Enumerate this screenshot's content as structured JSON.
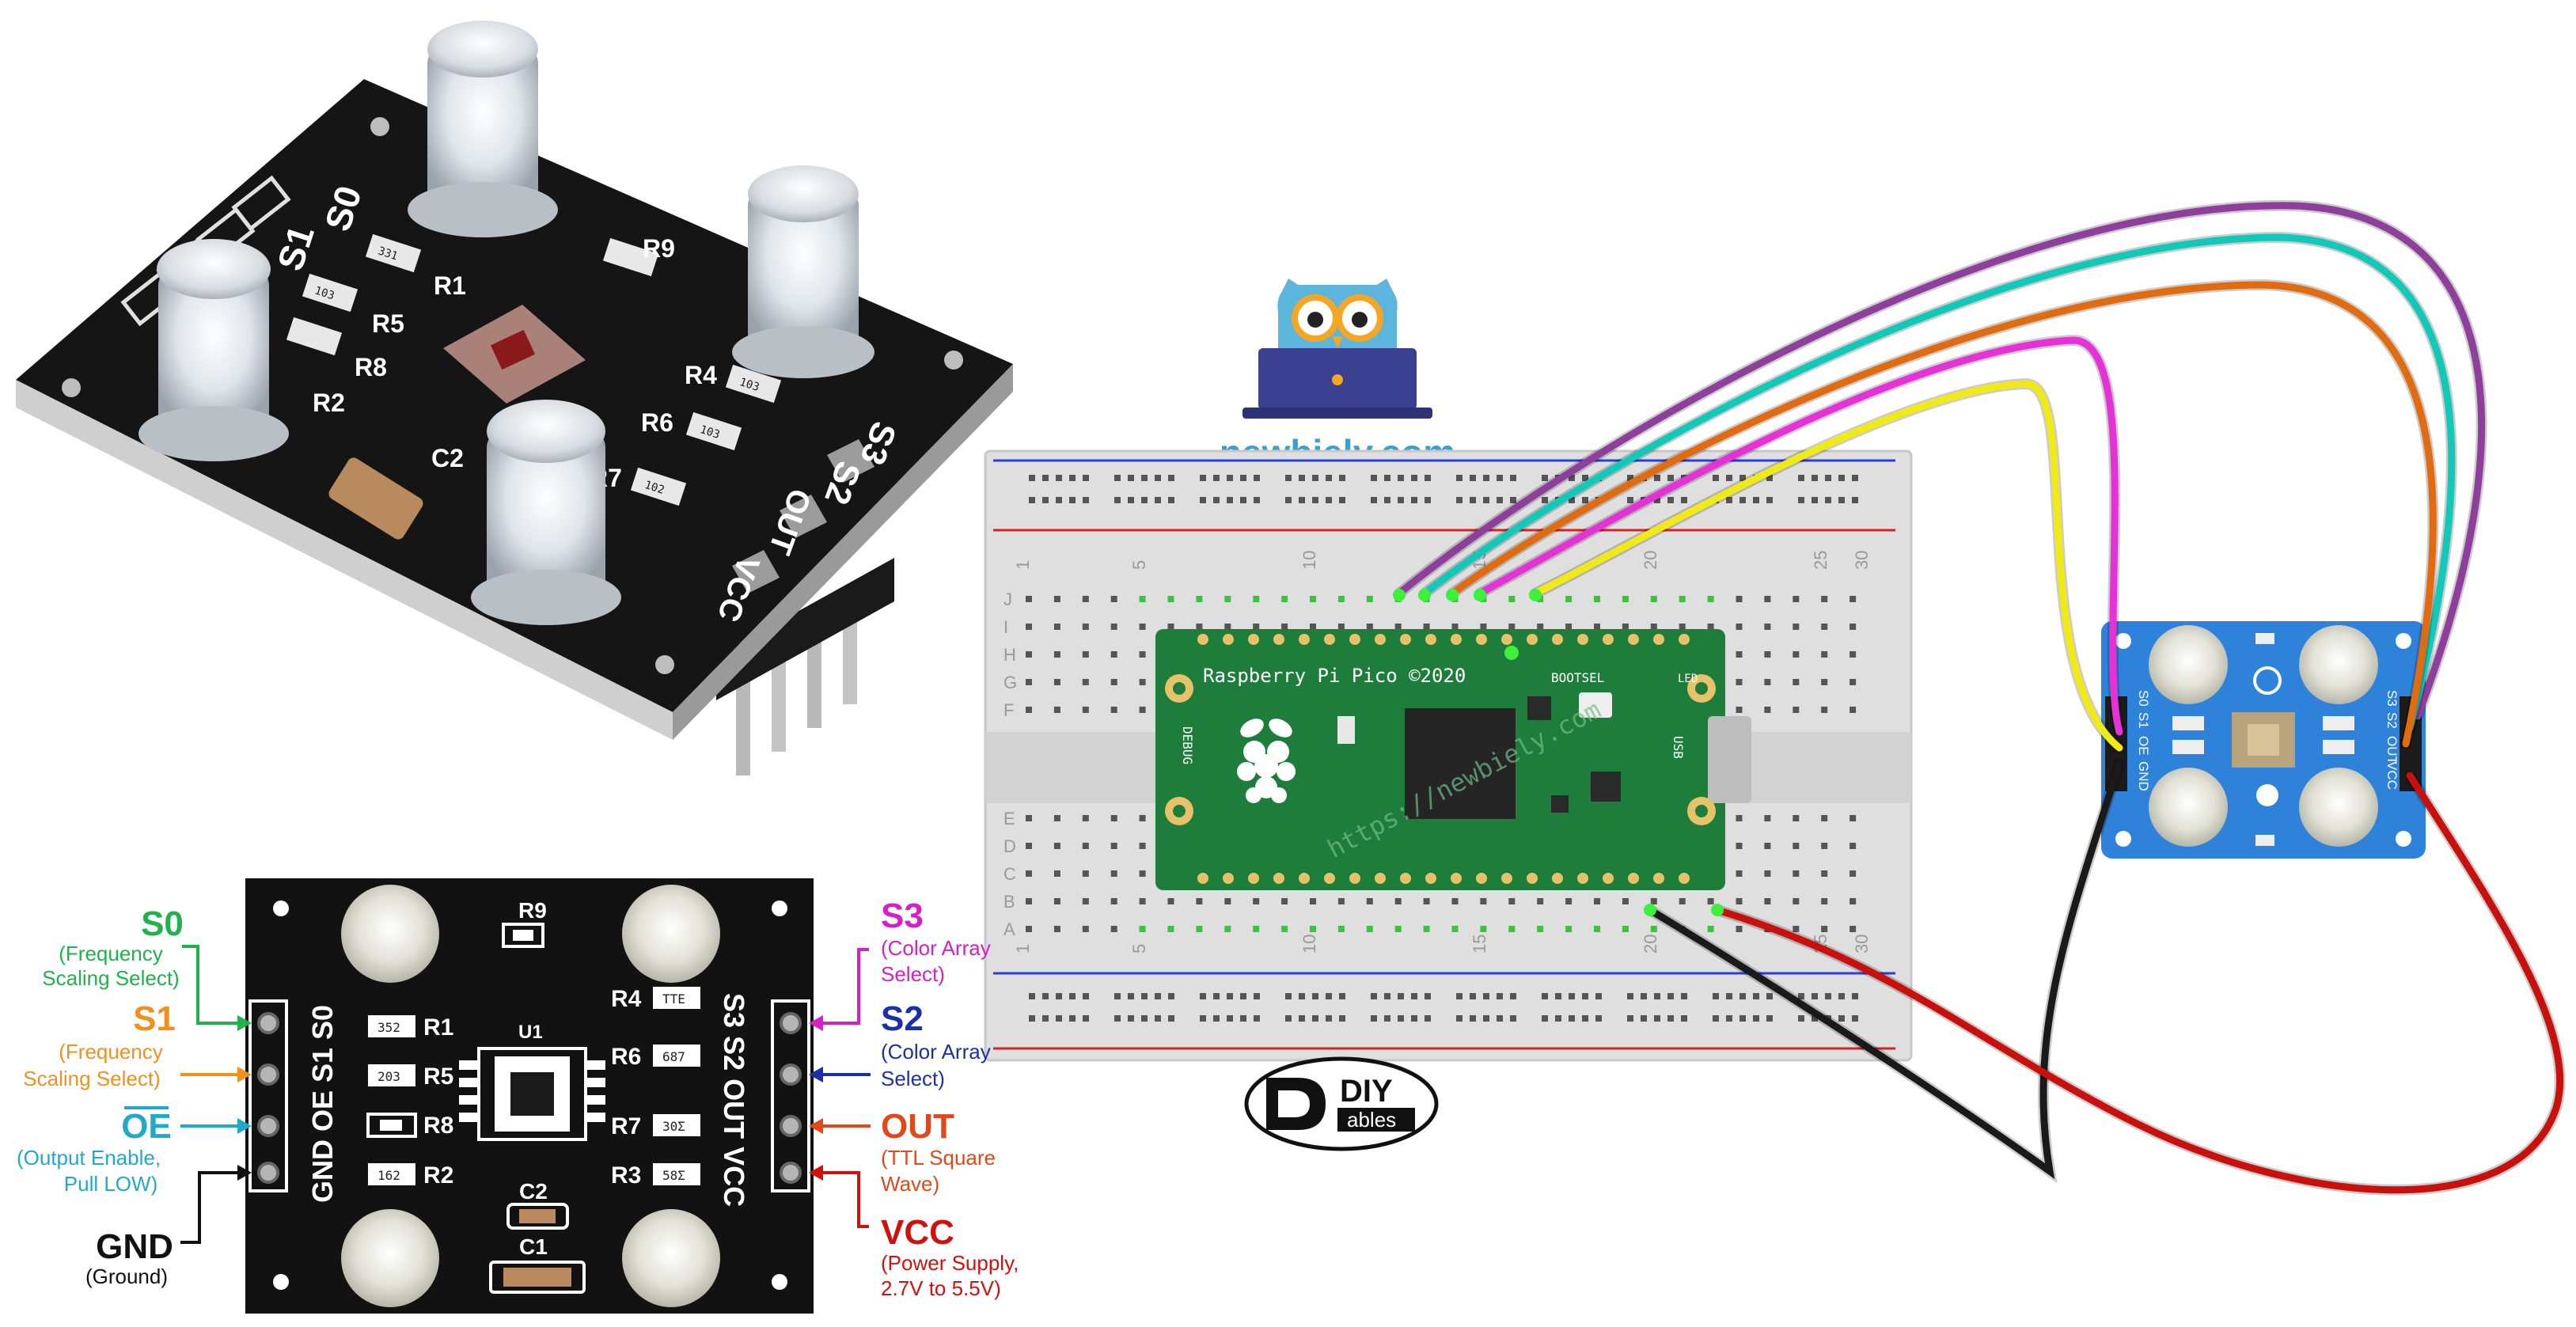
{
  "brand": {
    "site": "newbiely.com",
    "watermark": "https://newbiely.com",
    "logo_diy": "DIY",
    "logo_ables": "ables"
  },
  "sensor_photo": {
    "silk_s1": "S1",
    "silk_s0": "S0",
    "silk_s3": "S3",
    "silk_s2": "S2",
    "silk_out": "OUT",
    "silk_vcc": "VCC",
    "r1": "R1",
    "r5": "R5",
    "r8": "R8",
    "r2": "R2",
    "r9": "R9",
    "r4": "R4",
    "r6": "R6",
    "r7": "R7",
    "c2": "C2",
    "code_r1": "331",
    "code_r5": "103",
    "code_r4": "103",
    "code_r6": "103",
    "code_r7": "102"
  },
  "pinout": {
    "board": {
      "left_header": "GND OE S1 S0",
      "right_header": "S3 S2 OUT VCC",
      "r9": "R9",
      "r1": "R1",
      "r5": "R5",
      "r8": "R8",
      "r2": "R2",
      "r4": "R4",
      "r6": "R6",
      "r7": "R7",
      "r3": "R3",
      "u1": "U1",
      "c2": "C2",
      "c1": "C1",
      "code_r1": "352",
      "code_r5": "203",
      "code_r2": "162",
      "code_r4": "TTE",
      "code_r6": "687",
      "code_r7": "30Σ",
      "code_r3": "58Σ"
    },
    "left": [
      {
        "pin": "S0",
        "desc1": "(Frequency",
        "desc2": "Scaling Select)",
        "color": "#22b14c"
      },
      {
        "pin": "S1",
        "desc1": "(Frequency",
        "desc2": "Scaling Select)",
        "color": "#f0901e"
      },
      {
        "pin": "OE",
        "desc1": "(Output Enable,",
        "desc2": "Pull LOW)",
        "color": "#22a9c8"
      },
      {
        "pin": "GND",
        "desc1": "(Ground)",
        "desc2": "",
        "color": "#111111"
      }
    ],
    "right": [
      {
        "pin": "S3",
        "desc1": "(Color Array",
        "desc2": "Select)",
        "color": "#d61fc6"
      },
      {
        "pin": "S2",
        "desc1": "(Color Array",
        "desc2": "Select)",
        "color": "#1b2fa8"
      },
      {
        "pin": "OUT",
        "desc1": "(TTL Square",
        "desc2": "Wave)",
        "color": "#e04a1a"
      },
      {
        "pin": "VCC",
        "desc1": "(Power Supply,",
        "desc2": "2.7V to 5.5V)",
        "color": "#d0120f"
      }
    ]
  },
  "breadboard": {
    "col_numbers": [
      "1",
      "5",
      "10",
      "15",
      "20",
      "25",
      "30"
    ],
    "row_letters_top": [
      "J",
      "I",
      "H",
      "G",
      "F"
    ],
    "row_letters_bottom": [
      "E",
      "D",
      "C",
      "B",
      "A"
    ]
  },
  "pico": {
    "title": "Raspberry Pi Pico ©2020",
    "bootsel": "BOOTSEL",
    "debug": "DEBUG",
    "usb": "USB",
    "led": "LED"
  },
  "module": {
    "s0": "S0",
    "s1": "S1",
    "oe": "OE",
    "gnd": "GND",
    "s3": "S3",
    "s2": "S2",
    "out": "OUT",
    "vcc": "VCC"
  },
  "wires": {
    "purple": "#8e3f9c",
    "cyan": "#12c9b9",
    "orange": "#e06b10",
    "magenta": "#e532d6",
    "yellow": "#f1ea16",
    "black": "#1a1a1a",
    "red": "#c8100c"
  }
}
